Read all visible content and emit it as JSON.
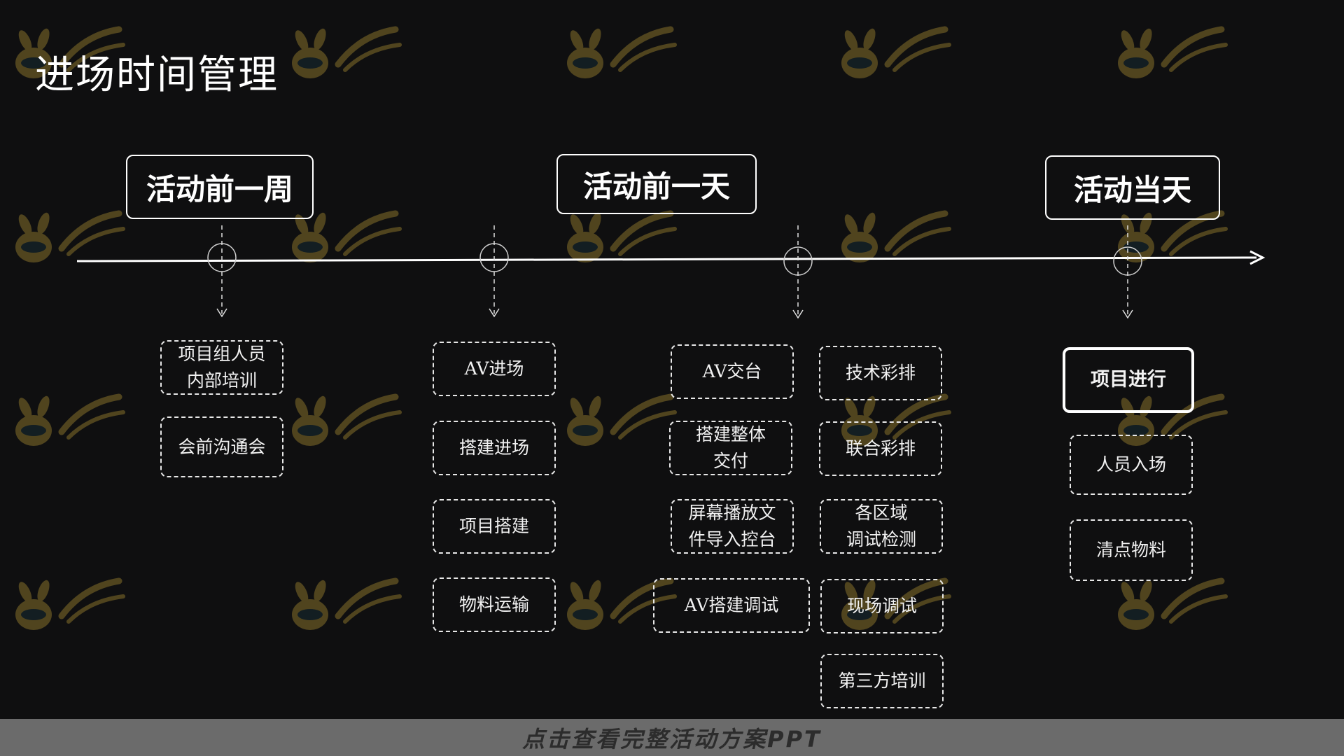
{
  "page": {
    "title": "进场时间管理"
  },
  "phases": [
    {
      "id": "week",
      "label": "活动前一周"
    },
    {
      "id": "day-before",
      "label": "活动前一天"
    },
    {
      "id": "day-of",
      "label": "活动当天"
    }
  ],
  "columns": {
    "week": [
      "项目组人员\n内部培训",
      "会前沟通会"
    ],
    "av_build": [
      "AV进场",
      "搭建进场",
      "项目搭建",
      "物料运输"
    ],
    "handover": [
      "AV交台",
      "搭建整体\n交付",
      "屏幕播放文\n件导入控台",
      "AV搭建调试"
    ],
    "rehearsal": [
      "技术彩排",
      "联合彩排",
      "各区域\n调试检测",
      "现场调试",
      "第三方培训"
    ],
    "day_of": [
      "项目进行",
      "人员入场",
      "清点物料"
    ]
  },
  "footer": {
    "cta": "点击查看完整活动方案PPT"
  },
  "colors": {
    "background": "#0f0f10",
    "line": "#ffffff",
    "footer_bar": "#6b6b6b",
    "watermark": "#c9a83a"
  },
  "icons": {
    "watermark": "rabbit-logo-watermark-icon",
    "arrow": "arrow-right-icon"
  }
}
